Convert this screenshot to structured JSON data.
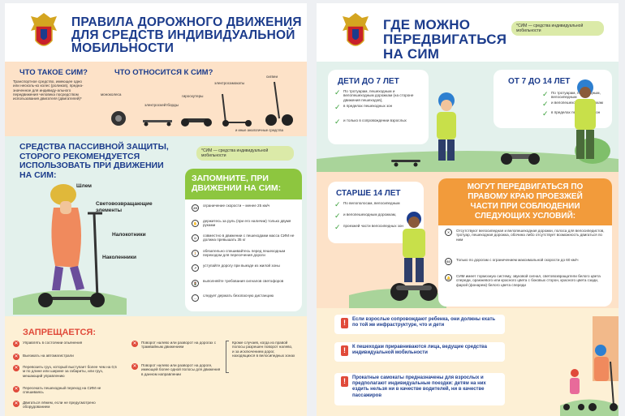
{
  "left": {
    "title": [
      "ПРАВИЛА ДОРОЖНОГО ДВИЖЕНИЯ",
      "ДЛЯ СРЕДСТВ ИНДИВИДУАЛЬНОЙ",
      "МОБИЛЬНОСТИ"
    ],
    "what_is": {
      "heading": "ЧТО ТАКОЕ СИМ?",
      "text": "Транспортное средство, имеющее одно или несколь-ко колес (роликов), предна-значенное для индивиду-ального передвижения человека посредством использования двигателя (двигателей)*"
    },
    "what_belongs": {
      "heading": "ЧТО ОТНОСИТСЯ К СИМ?",
      "labels": [
        "моноколеса",
        "электроскейтборды",
        "гироскутеры",
        "электросамокаты",
        "сигвеи"
      ],
      "footer": "и иные аналогичные средства"
    },
    "protection": {
      "heading": [
        "СРЕДСТВА ПАССИВНОЙ ЗАЩИТЫ,",
        "СТОРОГО РЕКОМЕНДУЕТСЯ",
        "ИСПОЛЬЗОВАТЬ ПРИ ДВИЖЕНИИ",
        "НА СИМ:"
      ],
      "note": "*СИМ — средства индивидуальной мобильности",
      "items": [
        "Шлем",
        "Световозвращающие элементы",
        "Налокотники",
        "Наколенники"
      ]
    },
    "remember": {
      "heading": [
        "ЗАПОМНИТЕ, ПРИ",
        "ДВИЖЕНИИ НА СИМ:"
      ],
      "items": [
        {
          "icon": "25",
          "text": "ограничение скорости – менее 25 км/ч"
        },
        {
          "icon": "✋",
          "text": "держитесь за руль (при его наличии) только двумя руками"
        },
        {
          "icon": "⚖",
          "text": "совместно в движении с пешеходами масса СИМ не должна превышать 35 кг"
        },
        {
          "icon": "🚶",
          "text": "обязательно спешивайтесь перед пешеходным переходом для пересечения дороги"
        },
        {
          "icon": "↗",
          "text": "уступайте дорогу при выезде из жилой зоны"
        },
        {
          "icon": "🚦",
          "text": "выполняйте требования сигналов светофоров"
        },
        {
          "icon": "↔",
          "text": "следует держать безопасную дистанцию"
        }
      ]
    },
    "forbidden": {
      "heading": "ЗАПРЕЩАЕТСЯ:",
      "col1": [
        "Управлять в состоянии опьянения",
        "Выезжать на автомагистрали",
        "Перевозить груз, который выступает более чем на 0,5 м по длине или ширине за габариты, или груз, мешающий управлению",
        "Пересекать пешеходный переход на СИМ не спешиваясь",
        "Двигаться лёжем, если не предусмотрено оборудованием"
      ],
      "col2": [
        "Поворот налево или разворот на дорогах с трамвайным движением",
        "Поворот налево или разворот на дороге, имеющей более одной полосы для движения в данном направлении"
      ],
      "col3": "Кроме случаев, когда из правой полосы разрешен поворот налево, и за исключением дорог, находящихся в велосипедных зонах"
    }
  },
  "right": {
    "title": [
      "ГДЕ МОЖНО",
      "ПЕРЕДВИГАТЬСЯ",
      "НА СИМ"
    ],
    "note": "*СИМ — средства индивидуальной мобильности",
    "under7": {
      "heading": "ДЕТИ ДО 7 ЛЕТ",
      "items": [
        "По тротуарам, пешеходным и велопешеходным дорожкам (на стороне движения пешеходов),",
        "в пределах пешеходных зон",
        "и только в сопровождении взрослых"
      ]
    },
    "from7to14": {
      "heading": "ОТ 7 ДО 14 ЛЕТ",
      "items": [
        "По тротуарам, пешеходным, велосипедным",
        "и велопешеходным дорожкам",
        "в пределах пешеходных зон"
      ]
    },
    "over14": {
      "heading": "СТАРШЕ 14 ЛЕТ",
      "items": [
        "По велополосам, велосипедным",
        "и велопешеходным дорожкам,",
        "проезжей части велосипедных зон"
      ]
    },
    "roadway": {
      "heading": [
        "МОГУТ ПЕРЕДВИГАТЬСЯ ПО",
        "ПРАВОМУ КРАЮ ПРОЕЗЖЕЙ",
        "ЧАСТИ ПРИ СОБЛЮДЕНИИ",
        "СЛЕДУЮЩИХ УСЛОВИЙ:"
      ],
      "items": [
        {
          "icon": "✕",
          "text": "Отсутствуют велосипедная и велопешеходная дорожки, полоса для велосипедистов, тротуар, пешеходная дорожка, обочина либо отсутствует возможность двигаться по ним"
        },
        {
          "icon": "60",
          "text": "Только по дорогам с ограничением максимальной скорости до 60 км/ч"
        },
        {
          "icon": "🔔",
          "text": "СИМ имеет тормозную систему, звуковой сигнал, световозвращатели белого цвета спереди, оранжевого или красного цвета с боковых сторон, красного цвета сзади, фарой (фонарем) белого цвета спереди"
        }
      ]
    },
    "warnings": [
      "Если взрослые сопровождают ребенка, они должны ехать по той же инфраструктуре, что и дети",
      "К пешеходам приравниваются лица, ведущие средства индивидуальной мобильности",
      "Прокатные самокаты предназначены для взрослых и предполагают индивидуальные поездки: детям на них ездить нельзя ни в качестве водителей, ни в качестве пассажиров"
    ]
  },
  "colors": {
    "navy": "#1c3c8c",
    "red": "#e04a3a",
    "green": "#8dc63f",
    "orange": "#f29b3b",
    "peach": "#fde2c8",
    "mint": "#e3f1ec",
    "cream": "#fdf0d5"
  }
}
